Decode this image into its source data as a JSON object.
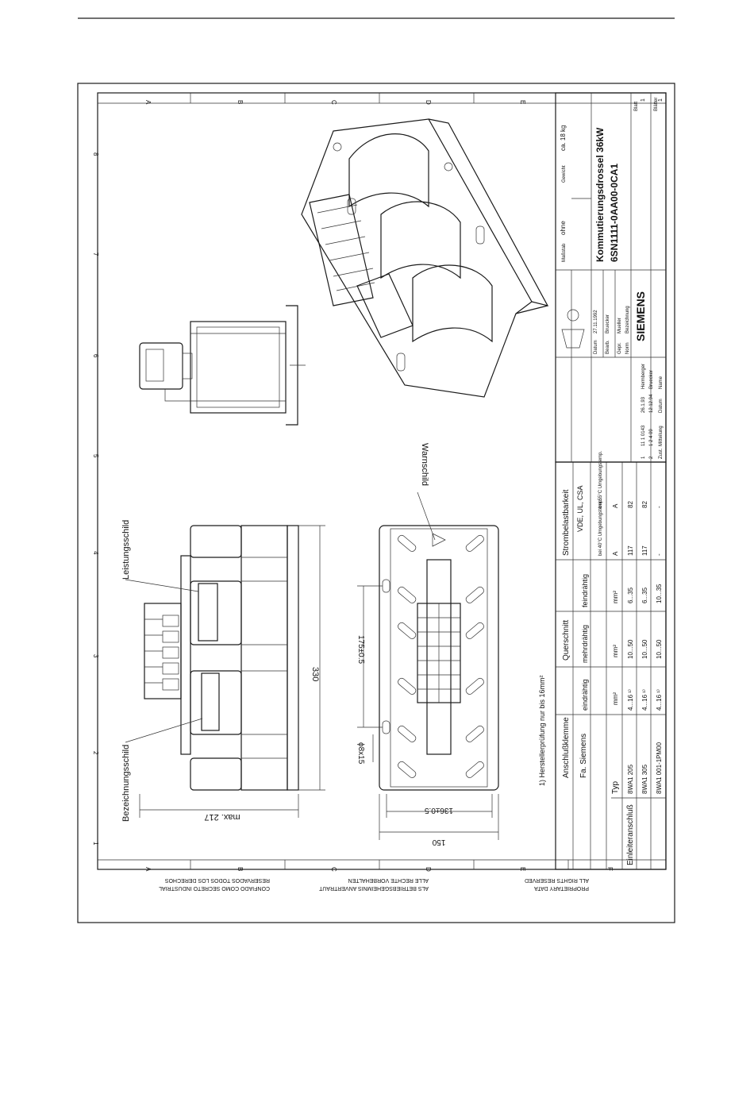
{
  "grid": {
    "letters": [
      "A",
      "B",
      "C",
      "D",
      "E",
      "F"
    ],
    "numbers": [
      "1",
      "2",
      "3",
      "4",
      "5",
      "6",
      "7",
      "8"
    ]
  },
  "views": {
    "label_leistung": "Leistungsschild",
    "label_bezeichnung": "Bezeichnungsschild",
    "label_warn": "Warnschild",
    "dim_max217": "max. 217",
    "dim_330": "330",
    "dim_175": "175±0.5",
    "dim_136": "136±0.5",
    "dim_150": "150",
    "dim_hole": "ϕ8x15"
  },
  "title_block": {
    "title": "Kommutierungsdrossel 36kW",
    "order_number": "6SN1111-0AA00-0CA1",
    "brand": "SIEMENS",
    "weight_label": "Gewicht",
    "weight": "ca. 18 kg",
    "scale_label": "Maßstab",
    "scale": "ohne",
    "sheet_label": "Blatt",
    "sheet": "1",
    "sheets_label": "Blätter",
    "sheets": "1",
    "rows": [
      {
        "a": "Datum",
        "b": "27.11.1992"
      },
      {
        "a": "Bearb.",
        "b": "Bruecker"
      },
      {
        "a": "Gepr.",
        "b": "Mueller"
      },
      {
        "a": "Norm",
        "b": "Bezeichnung"
      }
    ],
    "revision_rows": [
      {
        "a": "1",
        "b": "11 1 0143",
        "c": "26.1.93",
        "d": "Hermberger"
      },
      {
        "a": "2",
        "b": "1 2 4 09",
        "c": "12.12.94",
        "d": "Bruecker"
      },
      {
        "a": "Zust.",
        "b": "Mitteilung",
        "c": "Datum",
        "d": "Name"
      }
    ]
  },
  "table": {
    "footnote": "1) Herstellerprüfung nur bis 16mm²",
    "col_anschluss": "Anschlußklemme",
    "col_fa": "Fa. Siemens",
    "col_typ": "Typ",
    "col_querschnitt": "Querschnitt",
    "col_eindraehtig": "eindrähtig",
    "col_mehrdraehtig": "mehrdrähtig",
    "col_feindraehtig": "feindrähtig",
    "col_strom": "Strombelastbarkeit",
    "col_vde": "VDE, UL, CSA",
    "col_40": "bei 40°C Umgebungstemp.",
    "col_55": "bei 55°C Umgebungstemp.",
    "unit_mm2": "mm²",
    "unit_a": "A",
    "side_label": "Einleiteranschluß",
    "rows": [
      {
        "typ": "8WA1 205",
        "ein": "4...16 ¹⁾",
        "mehr": "10...50",
        "fein": "6...35",
        "a40": "117",
        "a55": "82"
      },
      {
        "typ": "8WA1 305",
        "ein": "4...16 ¹⁾",
        "mehr": "10...50",
        "fein": "6...35",
        "a40": "117",
        "a55": "82"
      },
      {
        "typ": "8WA1 001-1PM00",
        "ein": "4...16 ¹⁾",
        "mehr": "10...50",
        "fein": "10...35",
        "a40": "-",
        "a55": "-"
      }
    ]
  },
  "bottom_notes": {
    "col1_line1": "PROPRIETARY DATA",
    "col1_line2": "ALL RIGHTS RESERVED",
    "col2_line1": "ALS BETRIEBSGEHEIMNIS ANVERTRAUT",
    "col2_line2": "ALLE RECHTE VORBEHALTEN",
    "col3_line1": "CONFIADO COMO SECRETO INDUSTRIAL",
    "col3_line2": "RESERVADOS TODOS LOS DERECHOS"
  }
}
